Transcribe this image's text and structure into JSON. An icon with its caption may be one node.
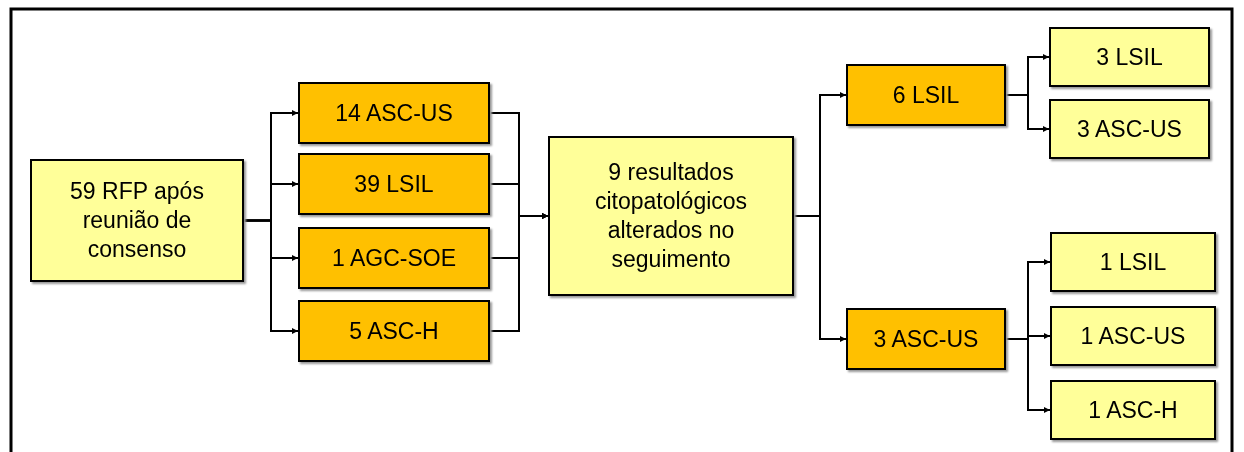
{
  "diagram": {
    "nodes": [
      {
        "text": [
          "59 RFP após reunião de consenso"
        ]
      },
      {
        "text": [
          "14 ASC-US"
        ]
      },
      {
        "text": [
          "39 LSIL"
        ]
      },
      {
        "text": [
          "1 AGC-SOE"
        ]
      },
      {
        "text": [
          "5 ASC-H"
        ]
      },
      {
        "text": [
          "9 resultados citopatológicos alterados no seguimento"
        ]
      },
      {
        "text": [
          "6 LSIL"
        ]
      },
      {
        "text": [
          "3 ASC-US"
        ]
      },
      {
        "text": [
          "3 LSIL"
        ]
      },
      {
        "text": [
          "3 ASC-US"
        ]
      },
      {
        "text": [
          "1 LSIL"
        ]
      },
      {
        "text": [
          "1 ASC-US"
        ]
      },
      {
        "text": [
          "1 ASC-H"
        ]
      }
    ],
    "edges": [
      {
        "from": 0,
        "to": 1,
        "arrow": "to"
      },
      {
        "from": 0,
        "to": 2,
        "arrow": "to"
      },
      {
        "from": 0,
        "to": 3,
        "arrow": "to"
      },
      {
        "from": 0,
        "to": 4,
        "arrow": "to"
      },
      {
        "from": 1,
        "to": 5,
        "arrow": "to"
      },
      {
        "from": 2,
        "to": 5,
        "arrow": "to"
      },
      {
        "from": 3,
        "to": 5,
        "arrow": "to"
      },
      {
        "from": 4,
        "to": 5,
        "arrow": "to"
      },
      {
        "from": 5,
        "to": 6,
        "arrow": "to"
      },
      {
        "from": 5,
        "to": 7,
        "arrow": "to"
      },
      {
        "from": 6,
        "to": 8,
        "arrow": "to"
      },
      {
        "from": 6,
        "to": 9,
        "arrow": "to"
      },
      {
        "from": 7,
        "to": 10,
        "arrow": "to"
      },
      {
        "from": 7,
        "to": 11,
        "arrow": "to"
      },
      {
        "from": 7,
        "to": 12,
        "arrow": "to"
      }
    ]
  }
}
